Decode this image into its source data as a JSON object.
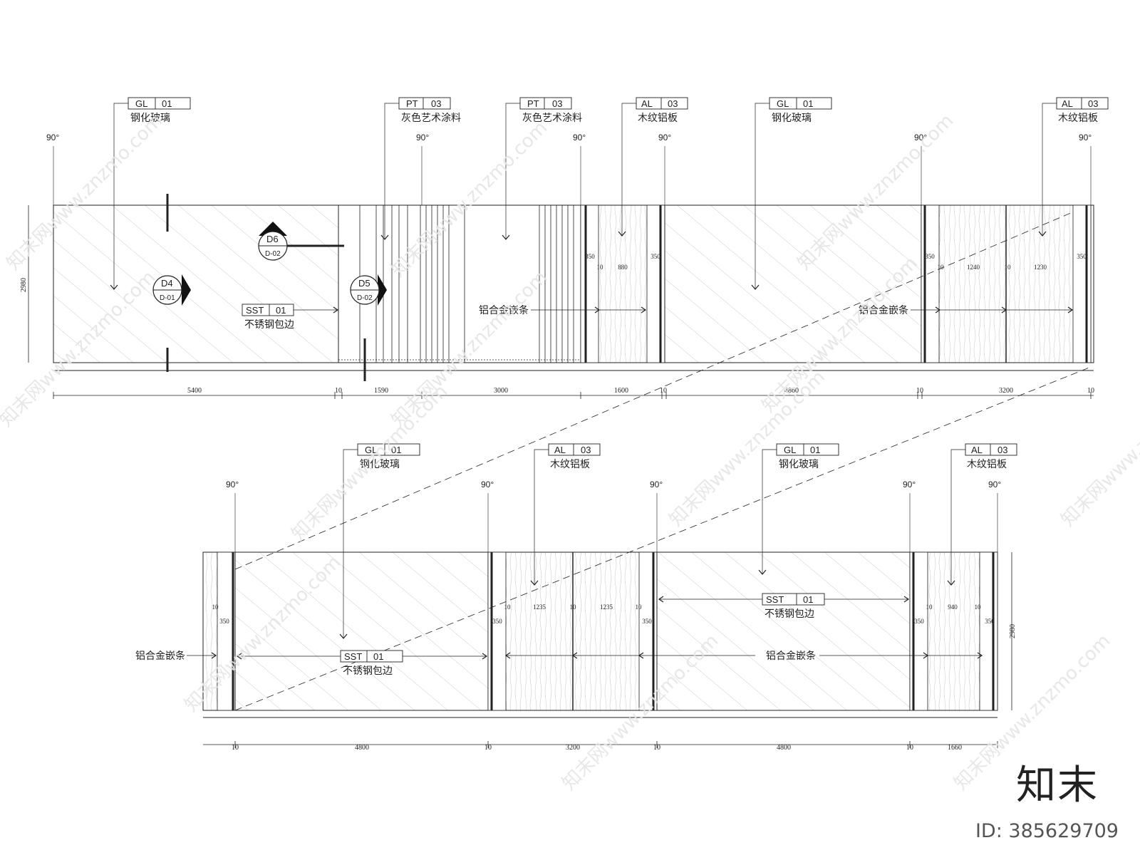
{
  "watermark": {
    "brand": "知末",
    "id": "ID: 385629709",
    "diagonal_text": "知末网www.znzmo.com"
  },
  "angle_label": "90°",
  "tags": {
    "gl": {
      "code": "GL",
      "num": "01",
      "desc": "钢化玻璃"
    },
    "pt": {
      "code": "PT",
      "num": "03",
      "desc": "灰色艺术涂料"
    },
    "al": {
      "code": "AL",
      "num": "03",
      "desc": "木纹铝板"
    },
    "sst": {
      "code": "SST",
      "num": "01",
      "desc": "不锈钢包边"
    }
  },
  "inlay_label": "铝合金嵌条",
  "height_dim": "2980",
  "elevation_top": {
    "dims": [
      "5400",
      "10",
      "1590",
      "3000",
      "1600",
      "10",
      "4860",
      "10",
      "3200",
      "10"
    ],
    "sub_dims": [
      "350",
      "10",
      "880",
      "350",
      "350",
      "10",
      "1240",
      "10",
      "1230",
      "350"
    ],
    "section_marks": [
      {
        "id": "D4",
        "sheet": "D-01"
      },
      {
        "id": "D5",
        "sheet": "D-02"
      },
      {
        "id": "D6",
        "sheet": "D-02"
      }
    ]
  },
  "elevation_bottom": {
    "dims": [
      "10",
      "4800",
      "10",
      "3200",
      "10",
      "4800",
      "10",
      "1660"
    ],
    "sub_dims": [
      "10",
      "350",
      "350",
      "10",
      "1235",
      "10",
      "1235",
      "10",
      "350",
      "350",
      "10",
      "940",
      "10",
      "350"
    ]
  }
}
